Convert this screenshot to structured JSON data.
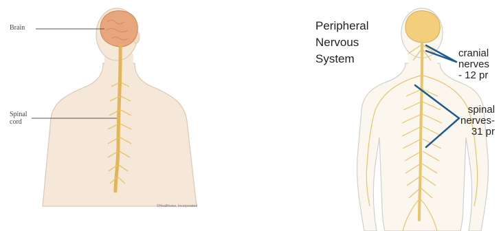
{
  "left_panel": {
    "brain_label": "Brain",
    "spinal_cord_label": "Spinal\ncord",
    "credit": "©Healthwise, Incorporated"
  },
  "right_panel": {
    "title": "Peripheral\nNervous\nSystem",
    "cranial_label": "cranial\nnerves\n- 12 pr",
    "spinal_label": "spinal\nnerves-\n31 pr"
  },
  "colors": {
    "skin": "#f6e8d9",
    "skin_outline": "#dcc7b2",
    "brain": "#e7a67c",
    "nerve": "#e8c46a",
    "body_outline": "#cfcfcf",
    "pointer_line": "#1e5a8c"
  }
}
